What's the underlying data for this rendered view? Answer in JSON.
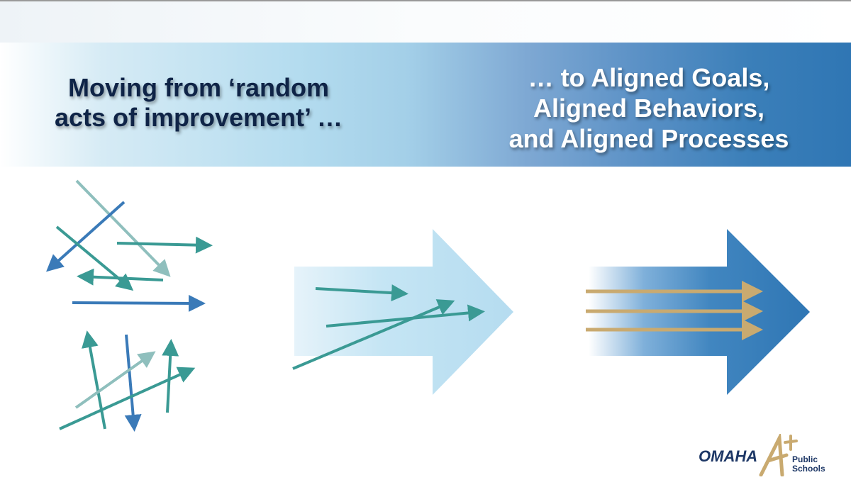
{
  "banner": {
    "left_title_line1": "Moving from ‘random",
    "left_title_line2": "acts of improvement’ …",
    "right_title_line1": "… to Aligned Goals,",
    "right_title_line2": "Aligned Behaviors,",
    "right_title_line3": "and Aligned Processes"
  },
  "logo": {
    "name": "OMAHA",
    "mark": "A+",
    "sub_line1": "Public",
    "sub_line2": "Schools"
  },
  "colors": {
    "navy": "#0f2447",
    "blue": "#3a7ab8",
    "teal": "#3a9a94",
    "light_teal": "#8fbfbd",
    "tan": "#c9aa70",
    "dark_arrow": "#2f76b4",
    "light_arrow": "#b9dff2"
  }
}
